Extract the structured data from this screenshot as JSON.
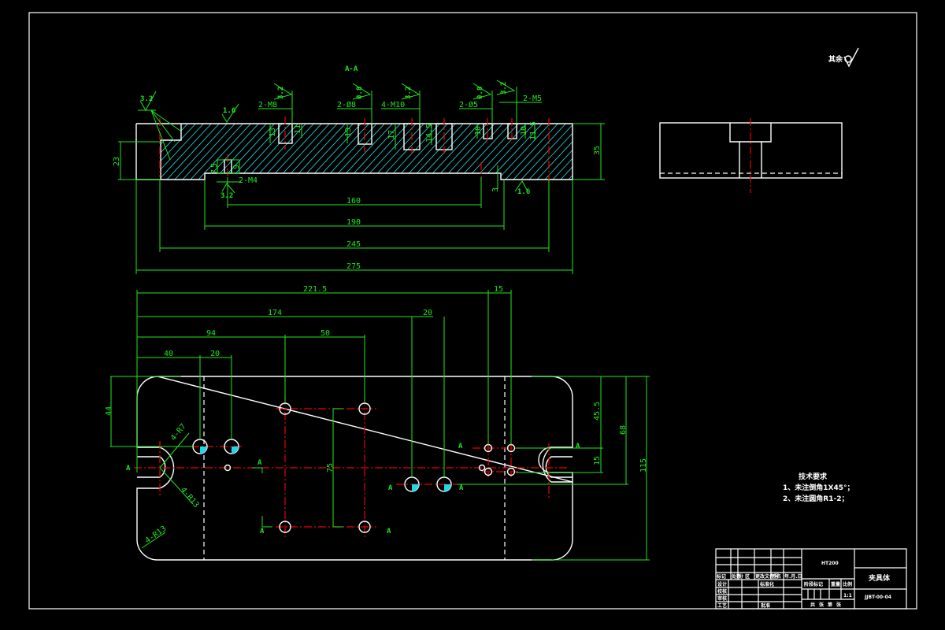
{
  "drawing": {
    "section_label": "A-A",
    "roughness_note": "其余",
    "colors": {
      "background": "#000000",
      "outline": "#ffffff",
      "dimension": "#1ee81e",
      "centerline": "#ee0000",
      "hatch": "#28d8e0"
    }
  },
  "section_view": {
    "callouts": {
      "m8": "2-M8",
      "d8": "2-Ø8",
      "m10": "4-M10",
      "d5": "2-Ø5",
      "m5": "2-M5",
      "m4": "2-M4"
    },
    "roughness": {
      "left_top": "3.2",
      "top_surface": "1.6",
      "m8": "3.2",
      "d8": "0.8",
      "m10": "3.2",
      "d5": "0.8",
      "m5": "3.2",
      "m4": "3.2",
      "bottom_step": "1.6"
    },
    "dims": {
      "overall_length": "275",
      "len_245": "245",
      "len_190": "190",
      "len_160": "160",
      "height_35": "35",
      "height_23": "23",
      "depth_13a": "13",
      "depth_11": "11",
      "depth_13b": "13",
      "depth_17": "17",
      "depth_14_5": "14.5",
      "depth_10a": "10",
      "depth_10b": "10",
      "depth_11_5": "11.5",
      "step_3": "3",
      "m4_5": "5",
      "m4_7": "7",
      "m4_9": "9"
    }
  },
  "plan_view": {
    "dims": {
      "d_221_5": "221.5",
      "d_15_top": "15",
      "d_174": "174",
      "d_20_right": "20",
      "d_94": "94",
      "d_50": "50",
      "d_40": "40",
      "d_20_left": "20",
      "d_44": "44",
      "d_75": "75",
      "d_45_5": "45.5",
      "d_15_right": "15",
      "d_68": "68",
      "d_115": "115",
      "r7": "4-R7",
      "r13a": "4-R13",
      "r13b": "4-R13"
    },
    "section_marker": "A"
  },
  "tech_requirements": {
    "title": "技术要求",
    "items": [
      "1、未注倒角1X45°；",
      "2、未注圆角R1-2；"
    ]
  },
  "title_block": {
    "material": "HT200",
    "part_name": "夹具体",
    "drawing_no": "JJBT-00-04",
    "scale": "1:1",
    "header_row": [
      "标记",
      "处数",
      "分 区",
      "更改文件号",
      "签名",
      "年.月.日"
    ],
    "left_labels": [
      "设计",
      "校核",
      "审核",
      "工艺"
    ],
    "std_label": "标准化",
    "approve_label": "批准",
    "stage_label": "阶段标记",
    "weight_label": "重量",
    "ratio_label": "比例",
    "sheet_labels": [
      "共",
      "张",
      "第",
      "张"
    ]
  }
}
